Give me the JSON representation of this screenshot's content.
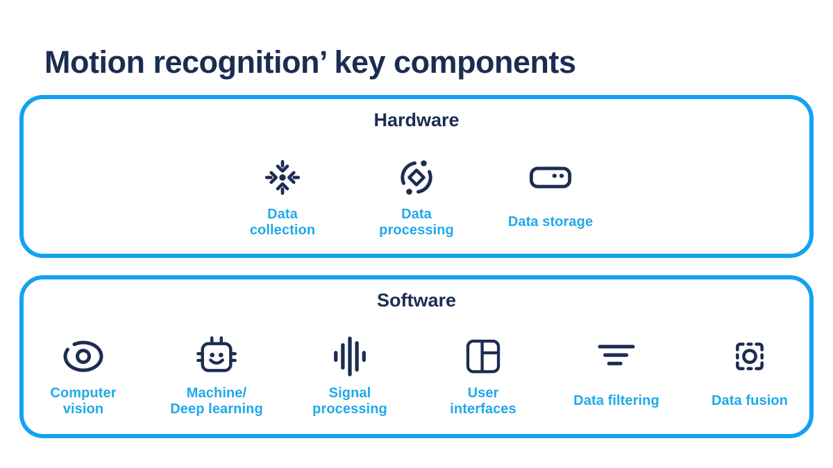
{
  "title": "Motion recognition’ key components",
  "colors": {
    "navy": "#1C2D52",
    "label_blue": "#1FA9EA",
    "border_blue": "#10A3F2",
    "background": "#FFFFFF"
  },
  "sections": [
    {
      "label": "Hardware",
      "items": [
        {
          "icon": "converge-icon",
          "label": "Data\ncollection"
        },
        {
          "icon": "process-icon",
          "label": "Data\nprocessing"
        },
        {
          "icon": "storage-icon",
          "label": "Data storage"
        }
      ]
    },
    {
      "label": "Software",
      "items": [
        {
          "icon": "eye-icon",
          "label": "Computer\nvision"
        },
        {
          "icon": "chip-icon",
          "label": "Machine/\nDeep learning"
        },
        {
          "icon": "waveform-icon",
          "label": "Signal\nprocessing"
        },
        {
          "icon": "layout-grid-icon",
          "label": "User\ninterfaces"
        },
        {
          "icon": "filter-icon",
          "label": "Data filtering"
        },
        {
          "icon": "fusion-icon",
          "label": "Data fusion"
        }
      ]
    }
  ]
}
